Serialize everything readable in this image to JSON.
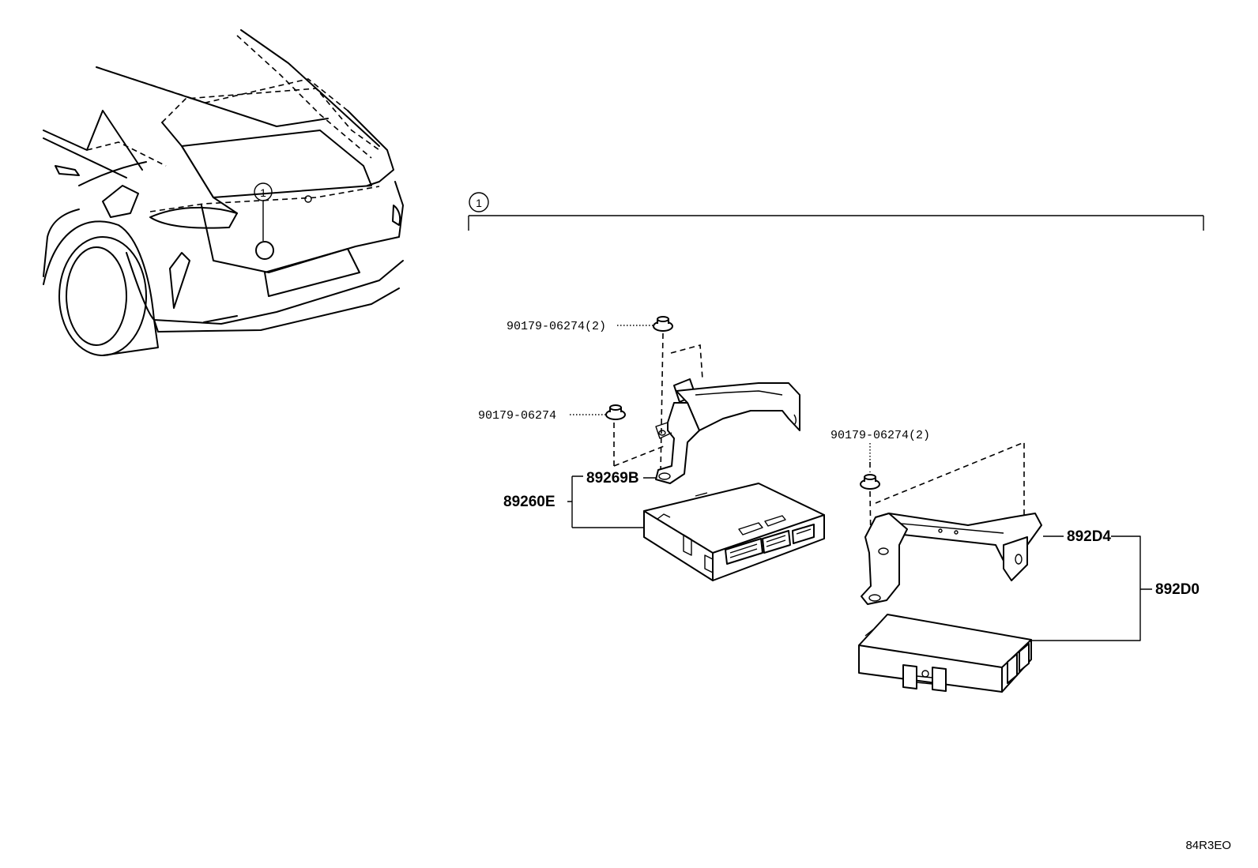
{
  "callout": {
    "number": "1"
  },
  "parts": {
    "bolt_a": "90179-06274(2)",
    "bolt_b": "90179-06274",
    "bolt_c": "90179-06274(2)",
    "bracket_left": "89269B",
    "module_left": "89260E",
    "bracket_right": "892D4",
    "module_right": "892D0"
  },
  "illustration_code": "84R3EO"
}
